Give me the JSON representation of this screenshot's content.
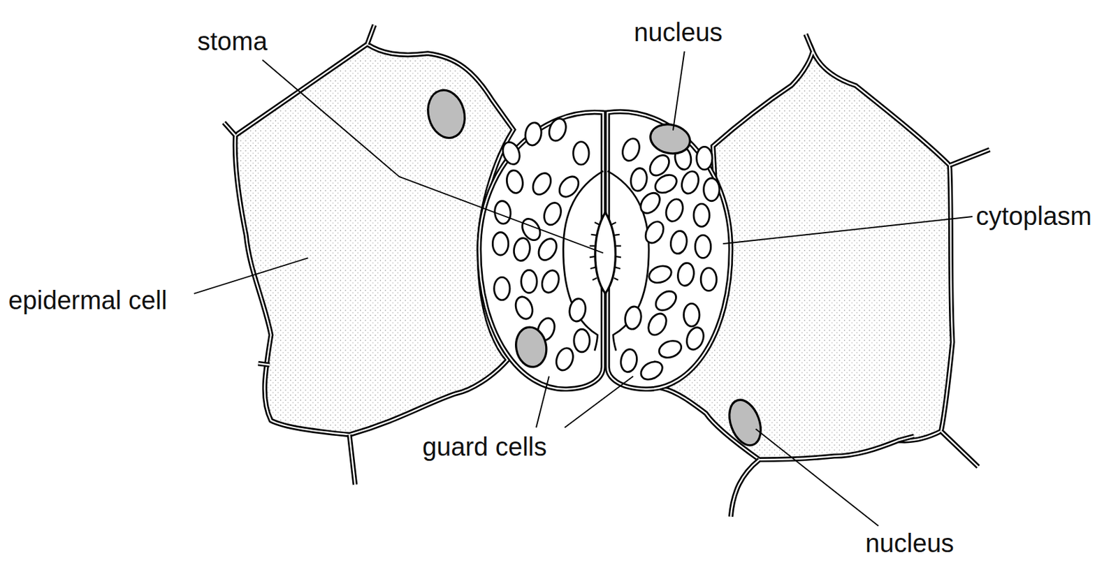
{
  "diagram": {
    "labels": [
      "stoma",
      "nucleus",
      "cytoplasm",
      "epidermal cell",
      "guard cells",
      "nucleus"
    ]
  }
}
